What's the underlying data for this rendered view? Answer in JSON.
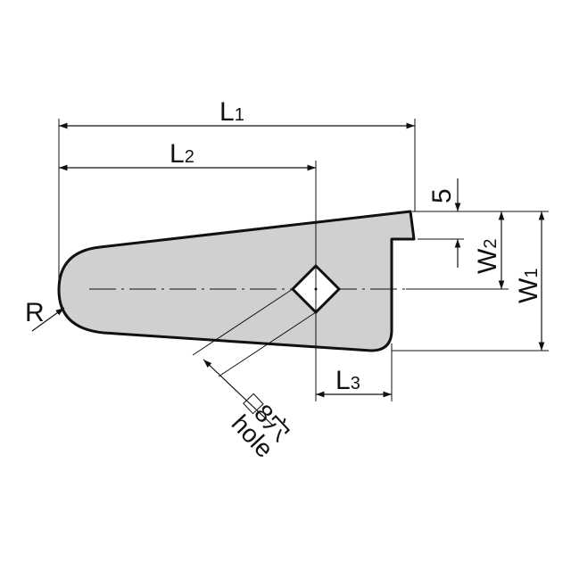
{
  "drawing": {
    "dimensions": {
      "L1": {
        "main": "L",
        "sub": "1"
      },
      "L2": {
        "main": "L",
        "sub": "2"
      },
      "L3": {
        "main": "L",
        "sub": "3"
      },
      "W1": {
        "main": "W",
        "sub": "1"
      },
      "W2": {
        "main": "W",
        "sub": "2"
      },
      "five": "5",
      "R": "R"
    },
    "hole": {
      "jp_label": "□8穴",
      "en_label": "hole"
    },
    "colors": {
      "part_fill": "#cfd0d2",
      "outline": "#111111"
    }
  }
}
